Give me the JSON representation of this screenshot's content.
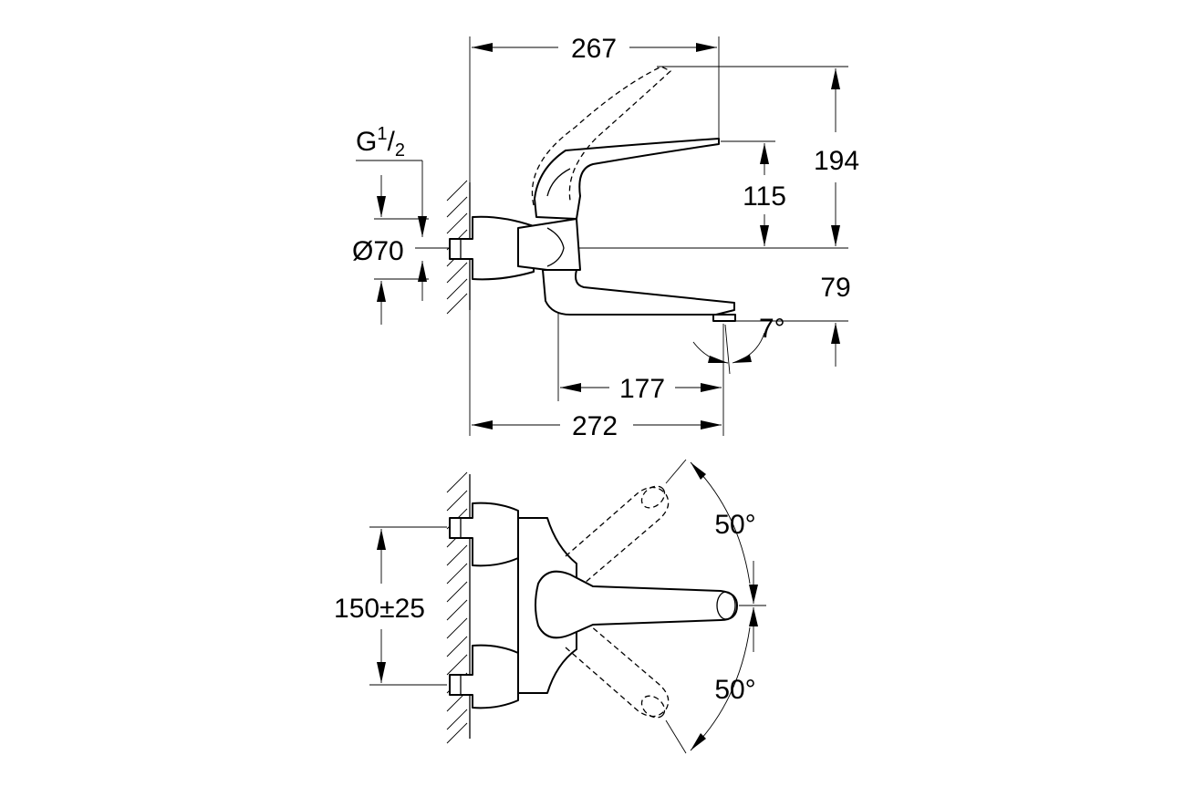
{
  "dimensions": {
    "top_width": "267",
    "overall_height": "194",
    "lever_height": "115",
    "spout_height": "79",
    "pipe_diameter": "Ø70",
    "thread_main": "G",
    "thread_sup": "1",
    "thread_sub": "2",
    "spout_angle": "7°",
    "spout_reach": "177",
    "overall_reach": "272",
    "inlet_spacing": "150±25",
    "swivel_upper": "50°",
    "swivel_lower": "50°"
  }
}
